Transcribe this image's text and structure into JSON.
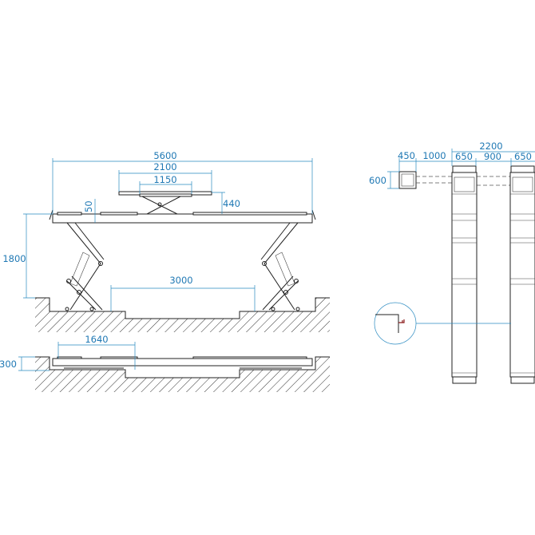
{
  "side_view_raised": {
    "overall_length": "5600",
    "auxiliary_length": "2100",
    "auxiliary_inner": "1150",
    "auxiliary_height": "440",
    "platform_thickness": "50",
    "max_height": "1800",
    "pit_center_width": "3000"
  },
  "side_view_lowered": {
    "pit_offset": "1640",
    "lowered_height": "300"
  },
  "top_view": {
    "overall_width": "2200",
    "console_width": "450",
    "console_distance": "1000",
    "platform_width_left": "650",
    "platform_gap": "900",
    "platform_width_right": "650",
    "console_depth": "600"
  },
  "colors": {
    "dimension": "#1f78b4",
    "drawing": "#222222",
    "detail_accent": "#8b1a1a"
  }
}
